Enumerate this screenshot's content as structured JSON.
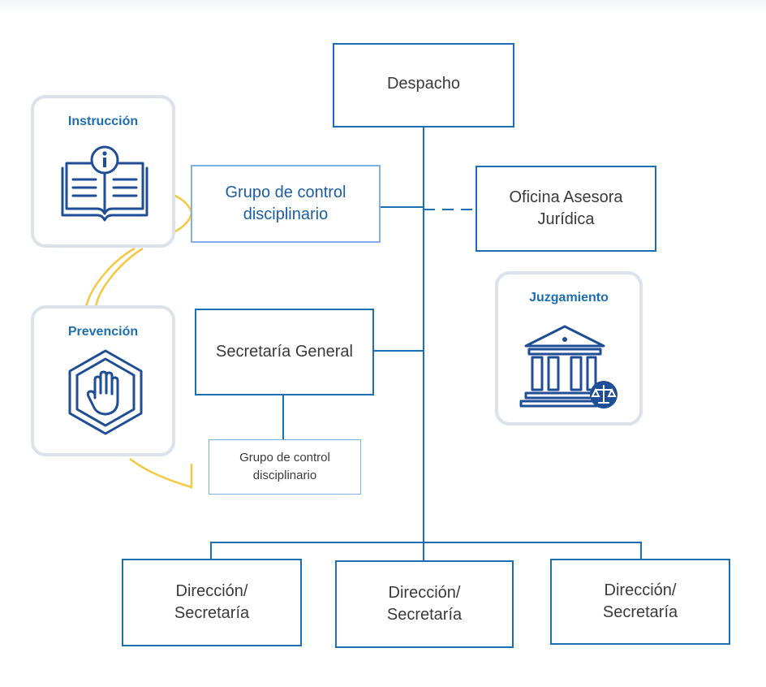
{
  "top": {
    "label": "Despacho"
  },
  "grupo_control_1": {
    "line1": "Grupo de control",
    "line2": "disciplinario"
  },
  "oficina_asesora": {
    "line1": "Oficina Asesora",
    "line2": "Jurídica"
  },
  "secretaria_general": {
    "label": "Secretaría General"
  },
  "grupo_control_2": {
    "line1": "Grupo de control",
    "line2": "disciplinario"
  },
  "direcciones": [
    {
      "line1": "Dirección/",
      "line2": "Secretaría"
    },
    {
      "line1": "Dirección/",
      "line2": "Secretaría"
    },
    {
      "line1": "Dirección/",
      "line2": "Secretaría"
    }
  ],
  "cards": {
    "instruccion": {
      "title": "Instrucción",
      "icon": "book-info-icon"
    },
    "prevencion": {
      "title": "Prevención",
      "icon": "stop-hand-icon"
    },
    "juzgamiento": {
      "title": "Juzgamiento",
      "icon": "courthouse-scales-icon"
    }
  },
  "colors": {
    "box_border": "#1d6fb3",
    "icon_blue": "#1f4e96",
    "card_border": "#dbe2ea",
    "connector_yellow": "#f5c842"
  }
}
